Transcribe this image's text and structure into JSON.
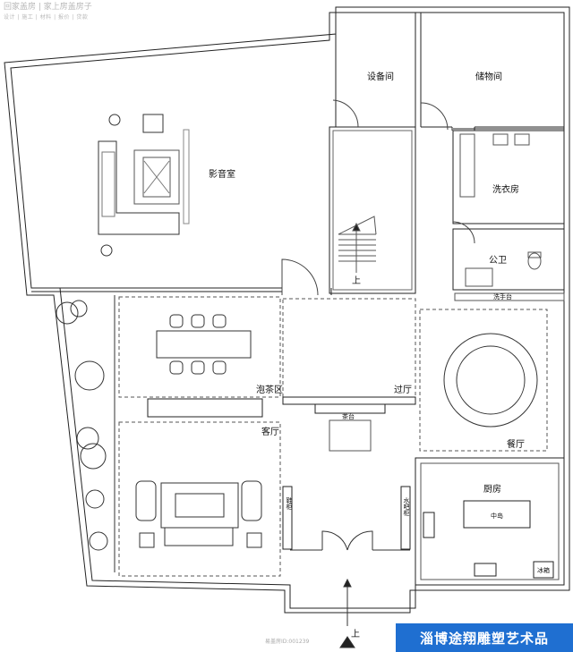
{
  "watermark": {
    "line1": "回家盖房 | 家上房盖房子",
    "line2": "设计 | 施工 | 材料 | 报价 | 贷款"
  },
  "rooms": {
    "theater": "影音室",
    "equipment": "设备间",
    "storage": "储物间",
    "laundry": "洗衣房",
    "bathroom": "公卫",
    "tea_area": "泡茶区",
    "corridor": "过厅",
    "dining": "餐厅",
    "living": "客厅",
    "kitchen": "厨房"
  },
  "labels": {
    "stair_up": "上",
    "entrance_up": "上",
    "washbasin": "洗手台",
    "tea_table": "茶台",
    "shoe_cabinet": "鞋柜",
    "wine_cabinet": "水吧柜",
    "island": "中岛",
    "fridge": "冰箱"
  },
  "image_id": "易盖房ID:001239",
  "brand": "淄博途翔雕塑艺术品"
}
